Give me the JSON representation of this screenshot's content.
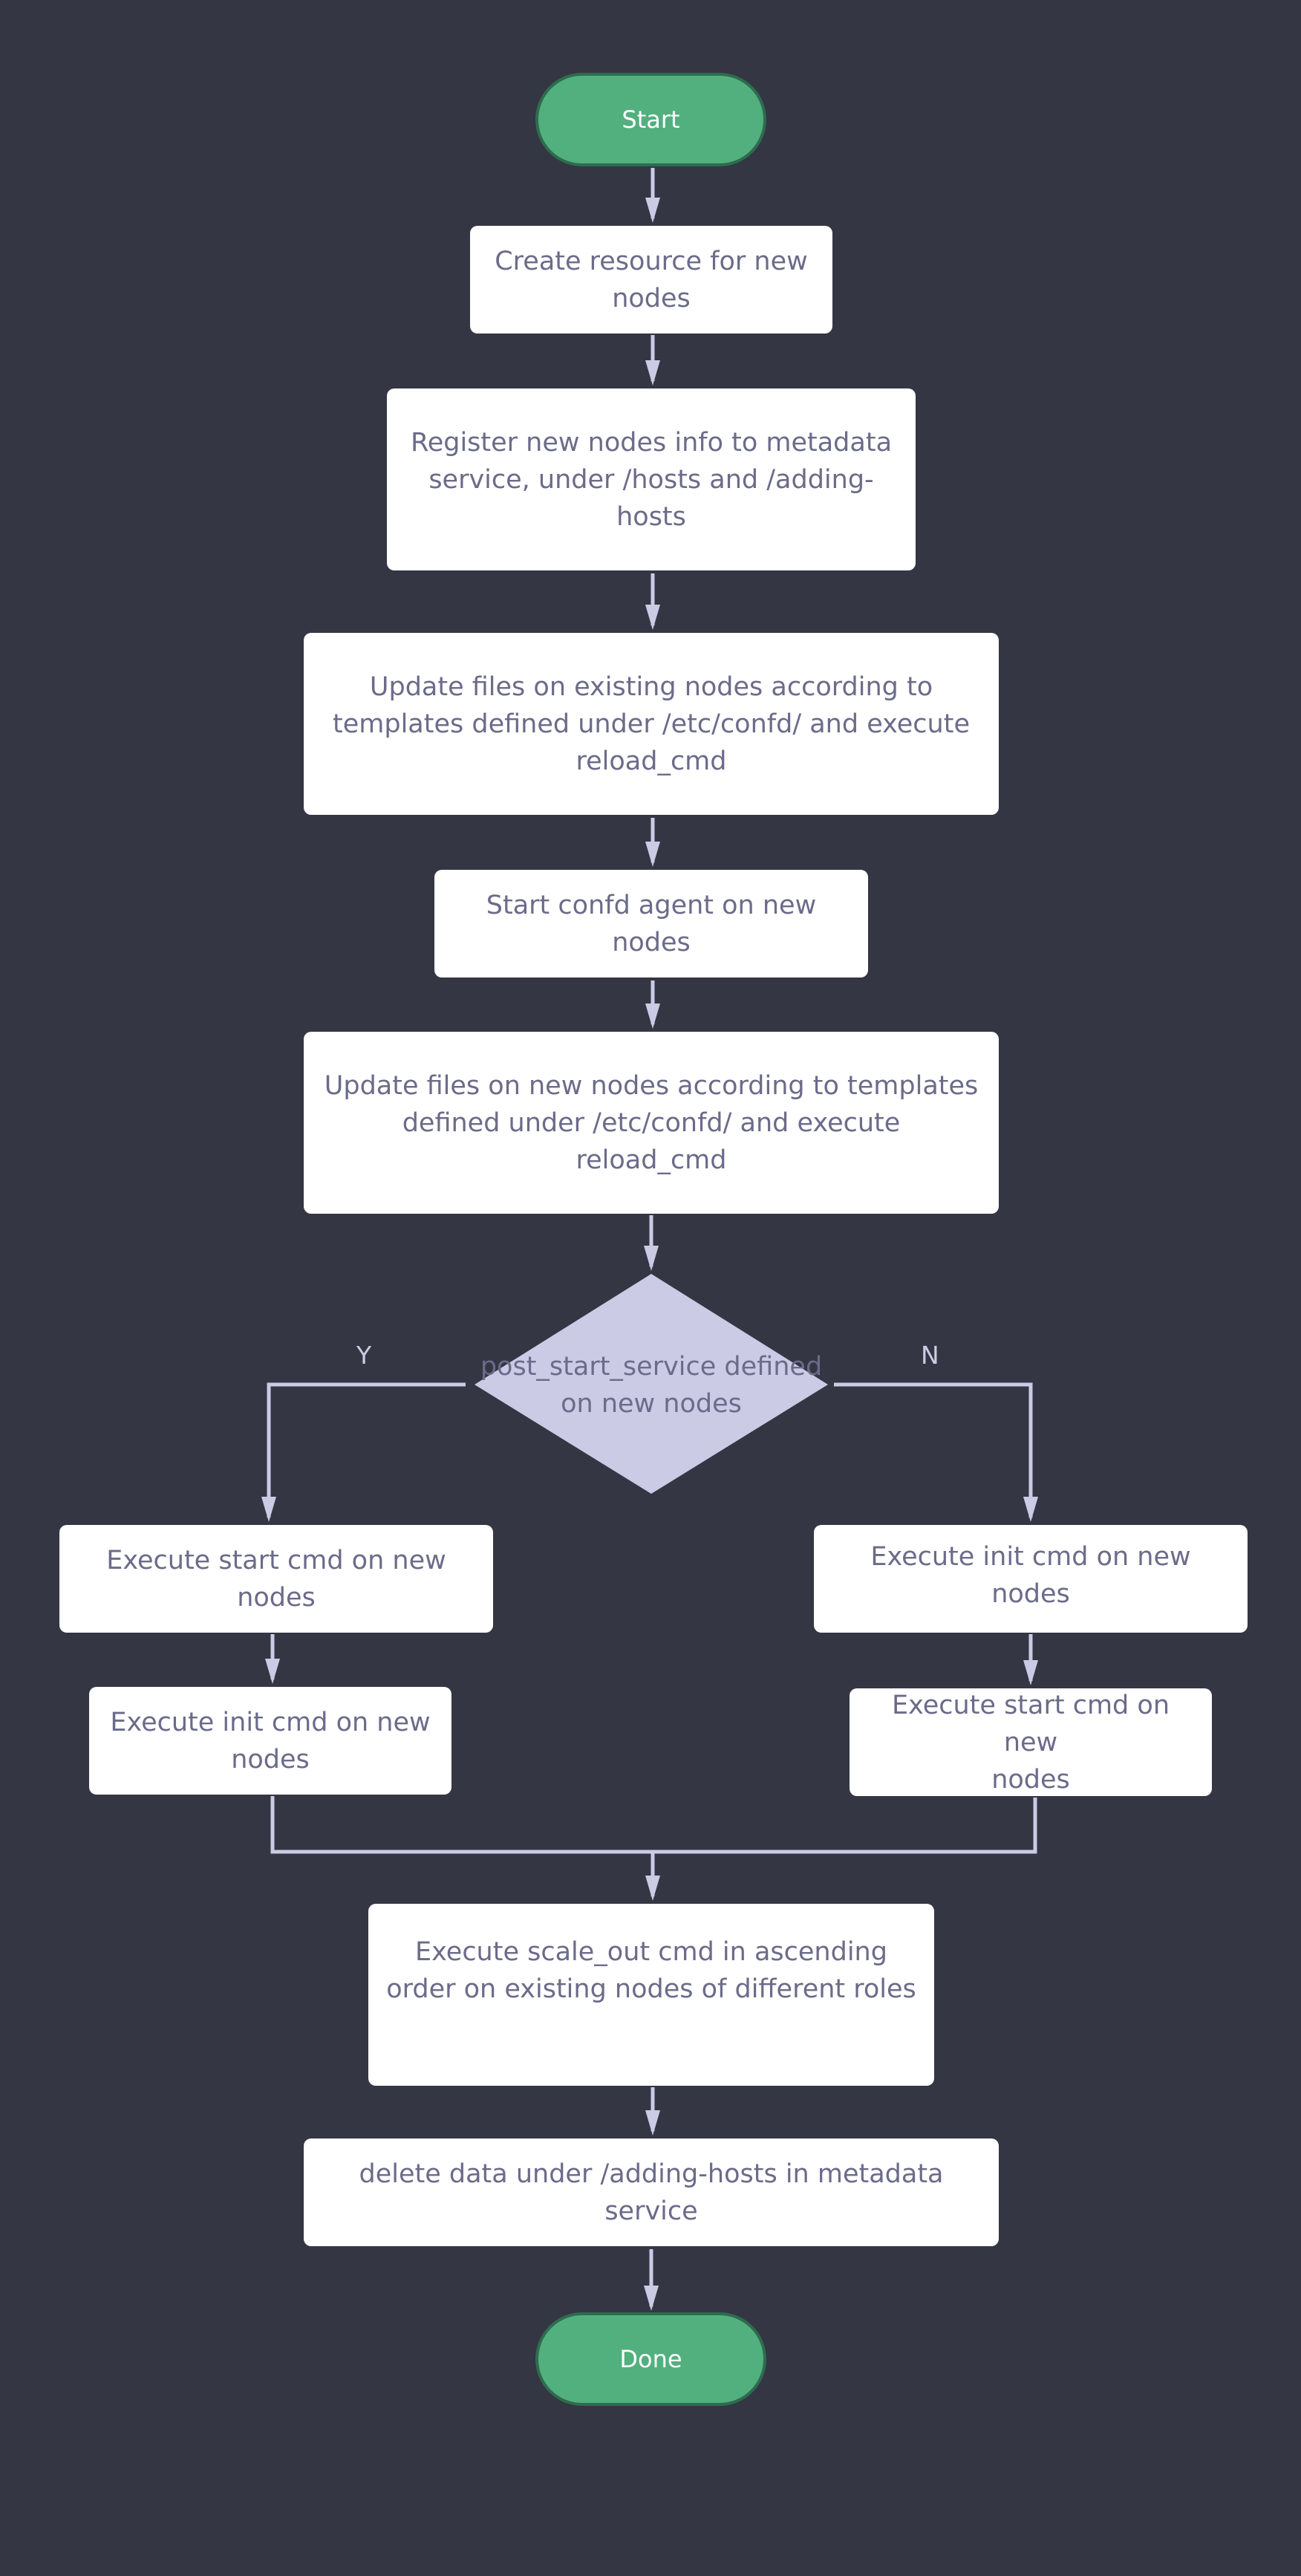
{
  "colors": {
    "background": "#343643",
    "terminal": "#52b07f",
    "terminal_border": "#2f6b4f",
    "process_fill": "#ffffff",
    "decision_fill": "#cbcbe6",
    "edge": "#cbcbe6",
    "text": "#6b6b8a"
  },
  "nodes": {
    "start": "Start",
    "create_resource": "Create resource for new\nnodes",
    "register_nodes": "Register new nodes info to metadata\nservice, under /hosts and /adding-\nhosts",
    "update_existing": "Update files on existing nodes according to\ntemplates defined under  /etc/confd/ and execute\nreload_cmd",
    "start_confd": "Start confd agent on new\nnodes",
    "update_new": "Update files on new nodes according to templates\ndefined under /etc/confd/ and execute\nreload_cmd",
    "decision": "post_start_service defined\non new nodes",
    "yes_label": "Y",
    "no_label": "N",
    "y_start_cmd": "Execute start cmd on new\nnodes",
    "y_init_cmd": "Execute init cmd on new\nnodes",
    "n_init_cmd": "Execute init cmd on new nodes",
    "n_start_cmd": "Execute start cmd on new\nnodes",
    "scale_out": "Execute scale_out cmd in ascending\norder on existing nodes of different roles",
    "delete_data": "delete data under /adding-hosts in metadata\nservice",
    "done": "Done"
  }
}
